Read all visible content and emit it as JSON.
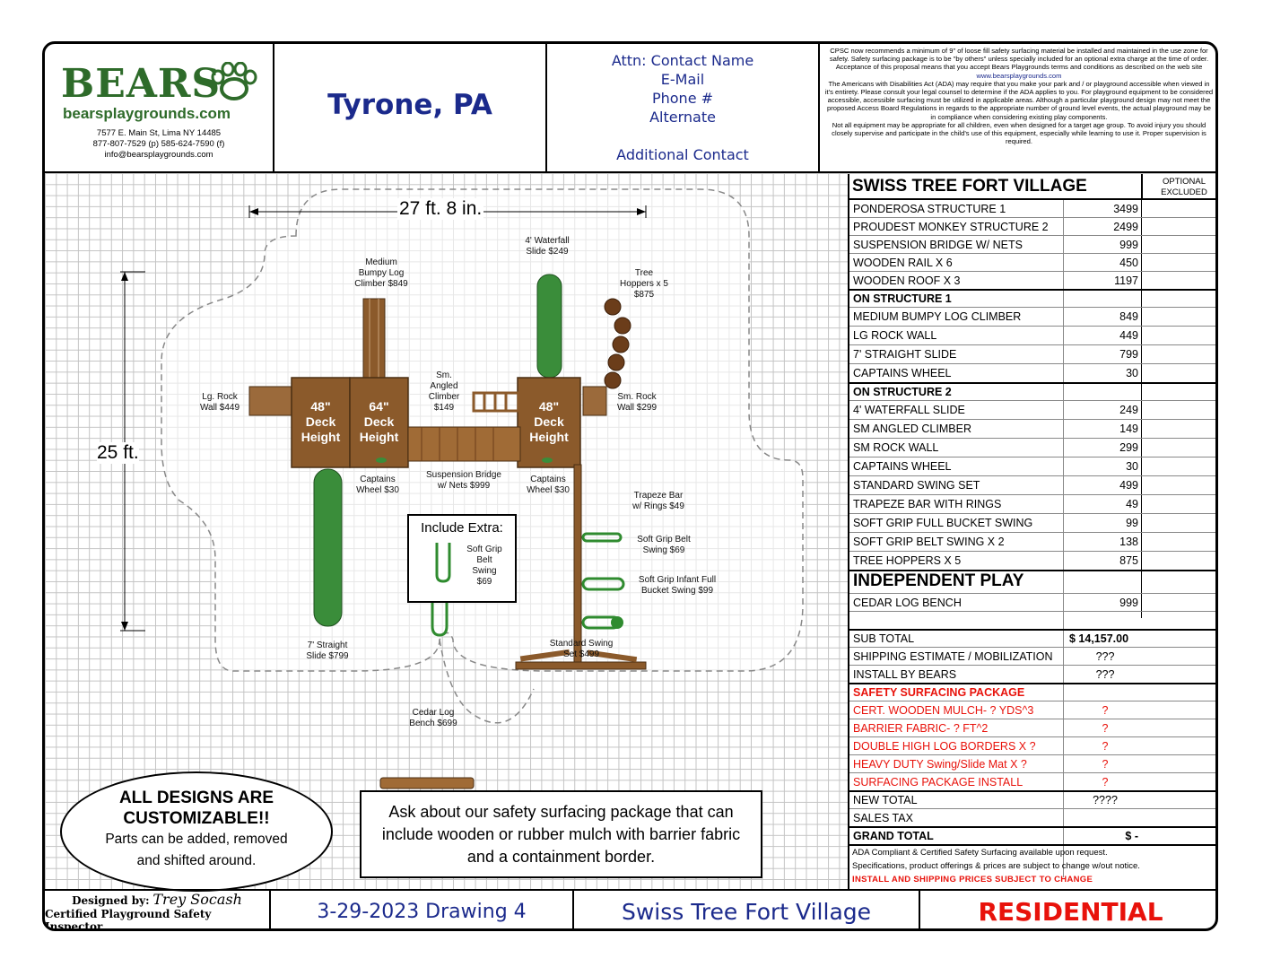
{
  "header": {
    "logo_text": "BEARS",
    "logo_url": "bearsplaygrounds.com",
    "address": "7577 E. Main St, Lima NY 14485",
    "phones": "877-807-7529 (p) 585-624-7590 (f)",
    "email": "info@bearsplaygrounds.com",
    "location": "Tyrone, PA",
    "contact_lines": [
      "Attn: Contact Name",
      "E-Mail",
      "Phone #",
      "Alternate"
    ],
    "additional_contact": "Additional Contact",
    "disclaimer_1": "CPSC now recommends a minimum of 9\" of loose fill safety surfacing material be installed and maintained in the use zone for safety. Safety surfacing package is to be \"by others\" unless specially included for an optional extra charge at the time of order. Acceptance of this proposal means that you accept Bears Playgrounds terms and conditions as described on the web site",
    "disclaimer_link": "www.bearsplaygrounds.com",
    "disclaimer_2": "The Americans with Disabilities Act (ADA) may require that you make your park and / or playground accessible when viewed in it's entirety. Please consult your legal counsel to determine if the ADA applies to you. For playground equipment to be considered accessible, accessible surfacing must be utilized in applicable areas. Although a particular playground design may not meet the proposed Access Board Regulations in regards to the appropriate number of ground level events, the actual playground may be in compliance when considering existing play components.",
    "disclaimer_3": "Not all equipment may be appropriate for all children, even when designed for a target age group. To avoid injury you should closely supervise and participate in the child's use of this equipment, especially while learning to use it. Proper supervision is required."
  },
  "drawing": {
    "dim_width": "27 ft. 8 in.",
    "dim_height": "25 ft.",
    "labels": {
      "bumpy_log": "Medium\nBumpy Log\nClimber $849",
      "waterfall": "4' Waterfall\nSlide $249",
      "tree_hoppers": "Tree\nHoppers x 5\n$875",
      "lg_rock": "Lg. Rock\nWall $449",
      "sm_angled": "Sm.\nAngled\nClimber\n$149",
      "sm_rock": "Sm. Rock\nWall $299",
      "captains_1": "Captains\nWheel $30",
      "suspension": "Suspension Bridge\nw/ Nets $999",
      "captains_2": "Captains\nWheel $30",
      "trapeze": "Trapeze Bar\nw/ Rings $49",
      "belt_swing": "Soft Grip Belt\nSwing $69",
      "infant_swing": "Soft Grip Infant Full\nBucket Swing $99",
      "straight_slide": "7' Straight\nSlide $799",
      "swing_set": "Standard Swing\nSet $499",
      "cedar_bench": "Cedar Log\nBench $699"
    },
    "deck_1": "48\"\nDeck\nHeight",
    "deck_2": "64\"\nDeck\nHeight",
    "deck_3": "48\"\nDeck\nHeight",
    "include_extra_title": "Include Extra:",
    "include_extra_item": "Soft Grip\nBelt\nSwing\n$69",
    "customizable_title": "ALL DESIGNS ARE\nCUSTOMIZABLE!!",
    "customizable_body": "Parts can be added, removed\nand shifted around.",
    "surfacing_note": "Ask about our safety surfacing package that can include wooden or rubber mulch with barrier fabric and a containment border."
  },
  "table": {
    "title": "SWISS TREE FORT VILLAGE",
    "optional_header": "OPTIONAL\nEXCLUDED",
    "items": [
      {
        "name": "PONDEROSA STRUCTURE 1",
        "price": "3499"
      },
      {
        "name": "PROUDEST MONKEY STRUCTURE 2",
        "price": "2499"
      },
      {
        "name": "SUSPENSION BRIDGE W/ NETS",
        "price": "999"
      },
      {
        "name": "WOODEN RAIL X 6",
        "price": "450"
      },
      {
        "name": "WOODEN ROOF X 3",
        "price": "1197"
      }
    ],
    "on_structure_1_header": "ON STRUCTURE 1",
    "on_structure_1": [
      {
        "name": "MEDIUM BUMPY LOG CLIMBER",
        "price": "849"
      },
      {
        "name": "LG ROCK WALL",
        "price": "449"
      },
      {
        "name": "7'  STRAIGHT SLIDE",
        "price": "799"
      },
      {
        "name": "CAPTAINS WHEEL",
        "price": "30"
      }
    ],
    "on_structure_2_header": "ON STRUCTURE 2",
    "on_structure_2": [
      {
        "name": "4' WATERFALL SLIDE",
        "price": "249"
      },
      {
        "name": "SM ANGLED CLIMBER",
        "price": "149"
      },
      {
        "name": "SM ROCK WALL",
        "price": "299"
      },
      {
        "name": "CAPTAINS WHEEL",
        "price": "30"
      },
      {
        "name": "STANDARD SWING SET",
        "price": "499"
      },
      {
        "name": "TRAPEZE BAR WITH RINGS",
        "price": "49"
      },
      {
        "name": "SOFT GRIP FULL BUCKET SWING",
        "price": "99"
      },
      {
        "name": "SOFT GRIP BELT SWING X 2",
        "price": "138"
      },
      {
        "name": "TREE HOPPERS X 5",
        "price": "875"
      }
    ],
    "independent_header": "INDEPENDENT PLAY",
    "independent": [
      {
        "name": "CEDAR LOG BENCH",
        "price": "999"
      }
    ],
    "sub_total_label": "SUB TOTAL",
    "sub_total_value": "$   14,157.00",
    "shipping_label": "SHIPPING ESTIMATE / MOBILIZATION",
    "shipping_value": "???",
    "install_label": "INSTALL BY BEARS",
    "install_value": "???",
    "surfacing_header": "SAFETY SURFACING PACKAGE",
    "surfacing": [
      {
        "name": "CERT. WOODEN MULCH- ? YDS^3",
        "value": "?"
      },
      {
        "name": "BARRIER FABRIC- ? FT^2",
        "value": "?"
      },
      {
        "name": "DOUBLE HIGH LOG BORDERS X ?",
        "value": "?"
      },
      {
        "name": "HEAVY DUTY Swing/Slide Mat X ?",
        "value": "?"
      },
      {
        "name": "SURFACING PACKAGE INSTALL",
        "value": "?"
      }
    ],
    "new_total_label": "NEW TOTAL",
    "new_total_value": "????",
    "sales_tax_label": "SALES TAX",
    "grand_total_label": "GRAND TOTAL",
    "grand_total_value": "$                -",
    "note_1": "ADA Compliant & Certified Safety Surfacing available upon request.",
    "note_2": "Specifications, product offerings & prices are subject to change w/out notice.",
    "note_3": "INSTALL AND SHIPPING PRICES SUBJECT TO CHANGE"
  },
  "footer": {
    "designed_by_label": "Designed by:",
    "designer": "Trey Socash",
    "designer_title": "Certified Playground Safety Inspector",
    "date_drawing": "3-29-2023 Drawing 4",
    "project": "Swiss Tree Fort Village",
    "type": "RESIDENTIAL"
  },
  "colors": {
    "brand_green": "#2e6b2a",
    "slide_green": "#3a8d3a",
    "wood": "#8b5a2b",
    "red": "#e8120b",
    "blue_text": "#1b2a8c"
  }
}
